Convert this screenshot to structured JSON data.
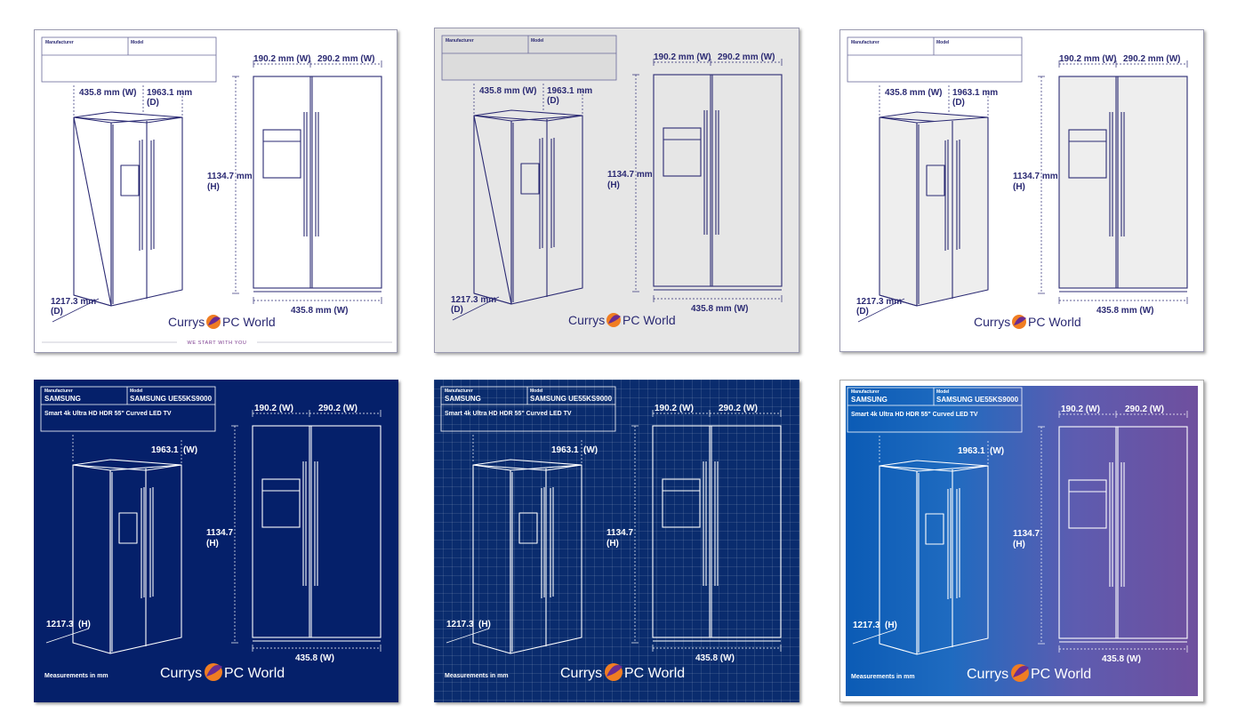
{
  "table": {
    "manufacturer_label": "Manufacturer",
    "model_label": "Model",
    "manufacturer": "SAMSUNG",
    "model": "SAMSUNG UE55KS9000",
    "description": "Smart 4k Ultra HD HDR 55\" Curved LED TV"
  },
  "labels_mm": {
    "depth_w": "435.8 mm (W)",
    "width_d": "1963.1 mm",
    "d_suffix": "(D)",
    "left_door": "190.2 mm (W)",
    "right_door": "290.2 mm (W)",
    "height": "1134.7 mm",
    "h_suffix": "(H)",
    "depth": "1217.3 mm",
    "total_width": "435.8 mm (W)"
  },
  "labels_plain": {
    "width_w": "1963.1",
    "w_suffix": "(W)",
    "left_door": "190.2  (W)",
    "right_door": "290.2  (W)",
    "height": "1134.7",
    "h_suffix": "(H)",
    "depth": "1217.3",
    "total_width": "435.8 (W)"
  },
  "measurements_note": "Measurements in mm",
  "brand": {
    "currys": "Currys",
    "pcworld": "PC World"
  },
  "tagline": "WE START WITH YOU",
  "colors": {
    "navy": "#2b2a73",
    "blue_bg": "#05206a",
    "purple_brand": "#7b3a8e",
    "logo_orange": "#f07d22",
    "logo_purple": "#6b2c91"
  }
}
